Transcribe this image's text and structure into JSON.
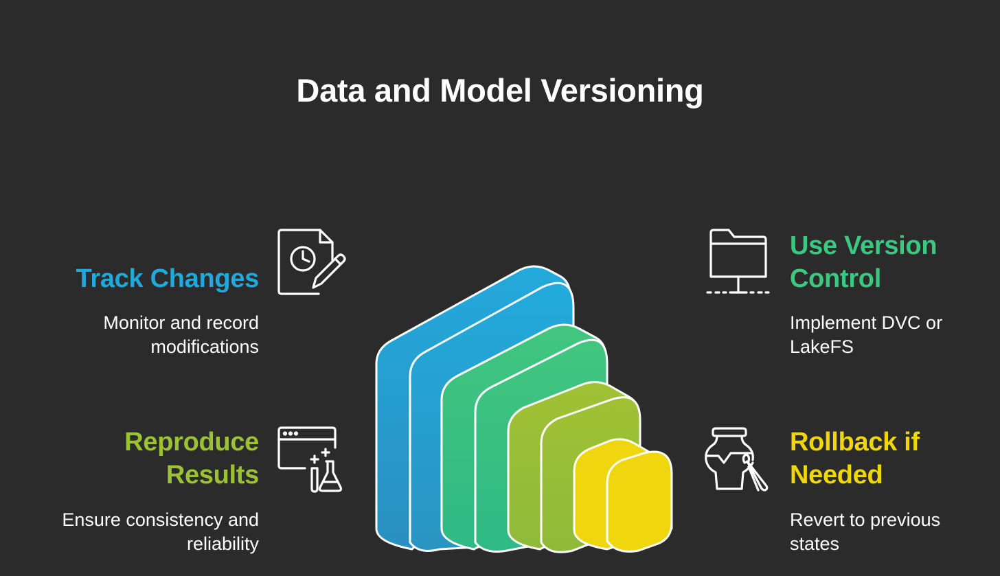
{
  "title": "Data and Model Versioning",
  "colors": {
    "background": "#2b2b2b",
    "blue": "#22a9dc",
    "green": "#3dc882",
    "lime": "#9ac234",
    "yellow": "#f0d60f"
  },
  "items": {
    "track": {
      "heading": "Track Changes",
      "description_line1": "Monitor and record",
      "description_line2": "modifications",
      "icon": "document-clock-pencil-icon"
    },
    "version": {
      "heading_line1": "Use Version",
      "heading_line2": "Control",
      "description_line1": "Implement DVC or",
      "description_line2": "LakeFS",
      "icon": "network-folder-icon"
    },
    "reproduce": {
      "heading_line1": "Reproduce",
      "heading_line2": "Results",
      "description_line1": "Ensure consistency and",
      "description_line2": "reliability",
      "icon": "browser-lab-flask-icon"
    },
    "rollback": {
      "heading_line1": "Rollback if",
      "heading_line2": "Needed",
      "description_line1": "Revert to previous",
      "description_line2": "states",
      "icon": "vase-restoration-brush-icon"
    }
  }
}
